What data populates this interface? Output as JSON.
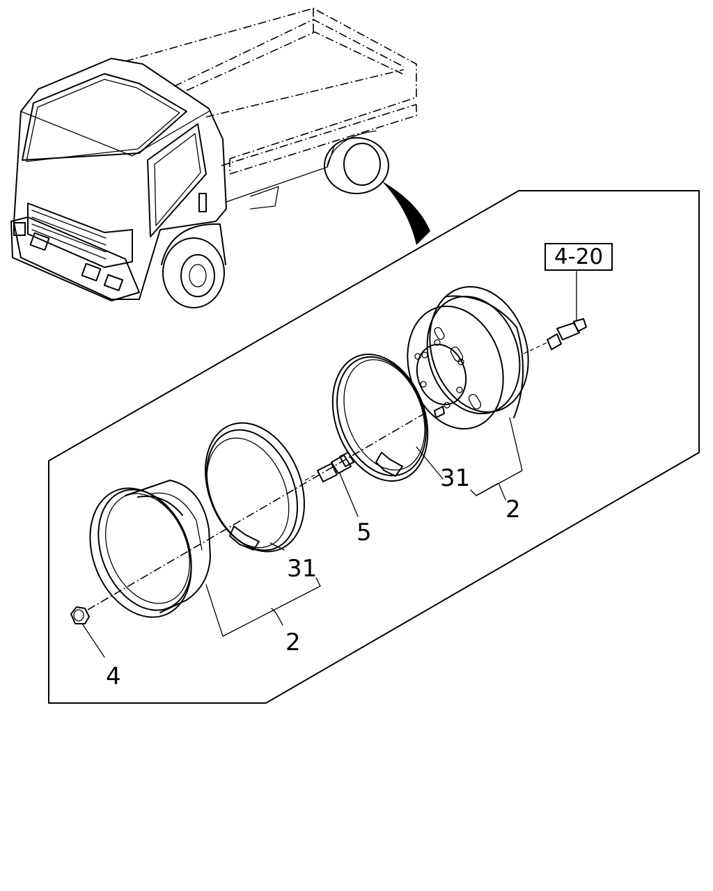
{
  "diagram": {
    "reference_box": "4-20",
    "callouts": {
      "rim_lock_ring_upper": "31",
      "wheel_assembly_upper": "2",
      "stud_bolt": "5",
      "rim_lock_ring_lower": "31",
      "wheel_assembly_lower": "2",
      "wheel_nut": "4"
    }
  }
}
